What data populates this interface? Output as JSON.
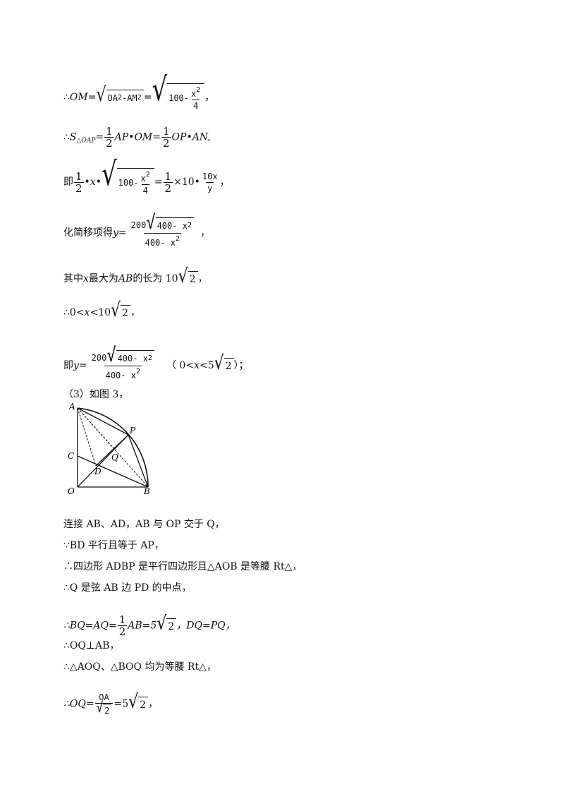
{
  "lines": {
    "l1": {
      "prefix": "∴",
      "lhs": "OM",
      "eq": "=",
      "rad1": "OA",
      "minus": "-AM",
      "sup": "2",
      "eq2": "=",
      "rad2a": "100-",
      "num": "x",
      "den": "4",
      "tail": "，"
    },
    "l2": {
      "prefix": "∴",
      "S": "S",
      "sub": "△OAP",
      "eq": "=",
      "half": "1",
      "two": "2",
      "mid": "AP•OM=",
      "tail": "OP•AN,"
    },
    "l3": {
      "ji": "即",
      "x": "•x•",
      "rad": "100-",
      "num": "x",
      "den": "4",
      "eq": "=",
      "times": "×10•",
      "fnum": "10x",
      "fden": "y",
      "tail": "，"
    },
    "l4": {
      "text": "化简移项得",
      "y": "y=",
      "num_a": "200",
      "rad": "400- x",
      "den": "400- x",
      "tail": "，"
    },
    "l5": {
      "a": "其中",
      "x": "x",
      "b": "最大为",
      "ab": "AB",
      "c": "的长为 10",
      "r": "2",
      "tail": "，"
    },
    "l6": {
      "a": "∴0<",
      "x": "x",
      "b": "<10",
      "r": "2",
      "tail": "，"
    },
    "l7": {
      "ji": "即",
      "y": "y=",
      "num_a": "200",
      "rad": "400- x",
      "den": "400- x",
      "cond_a": "（ 0<",
      "cond_x": "x",
      "cond_b": "<5",
      "r": "2",
      "cond_c": "）；"
    },
    "l8": {
      "text": "（3）如图 3，"
    },
    "l9": {
      "text": "连接 AB、AD，AB 与 OP 交于 Q，"
    },
    "l10": {
      "text": "∵BD 平行且等于 AP，"
    },
    "l11": {
      "text": "∴四边形 ADBP 是平行四边形且△AOB 是等腰 Rt△，"
    },
    "l12": {
      "text": "∴Q 是弦 AB 边 PD 的中点，"
    },
    "l13": {
      "a": "∴BQ=AQ=",
      "half": "1",
      "two": "2",
      "b": "AB=5",
      "r": "2",
      "c": "，DQ=PQ，"
    },
    "l14": {
      "text": "∴OQ⊥AB，"
    },
    "l15": {
      "text": "∴△AOQ、△BOQ 均为等腰 Rt△，"
    },
    "l16": {
      "a": "∴OQ=",
      "num": "OA",
      "r": "2",
      "b": "=5",
      "r2": "2",
      "c": "，"
    }
  },
  "figure": {
    "labels": {
      "A": "A",
      "P": "P",
      "C": "C",
      "Q": "Q",
      "D": "D",
      "O": "O",
      "B": "B"
    }
  },
  "colors": {
    "ink": "#111111",
    "bg": "#ffffff"
  }
}
